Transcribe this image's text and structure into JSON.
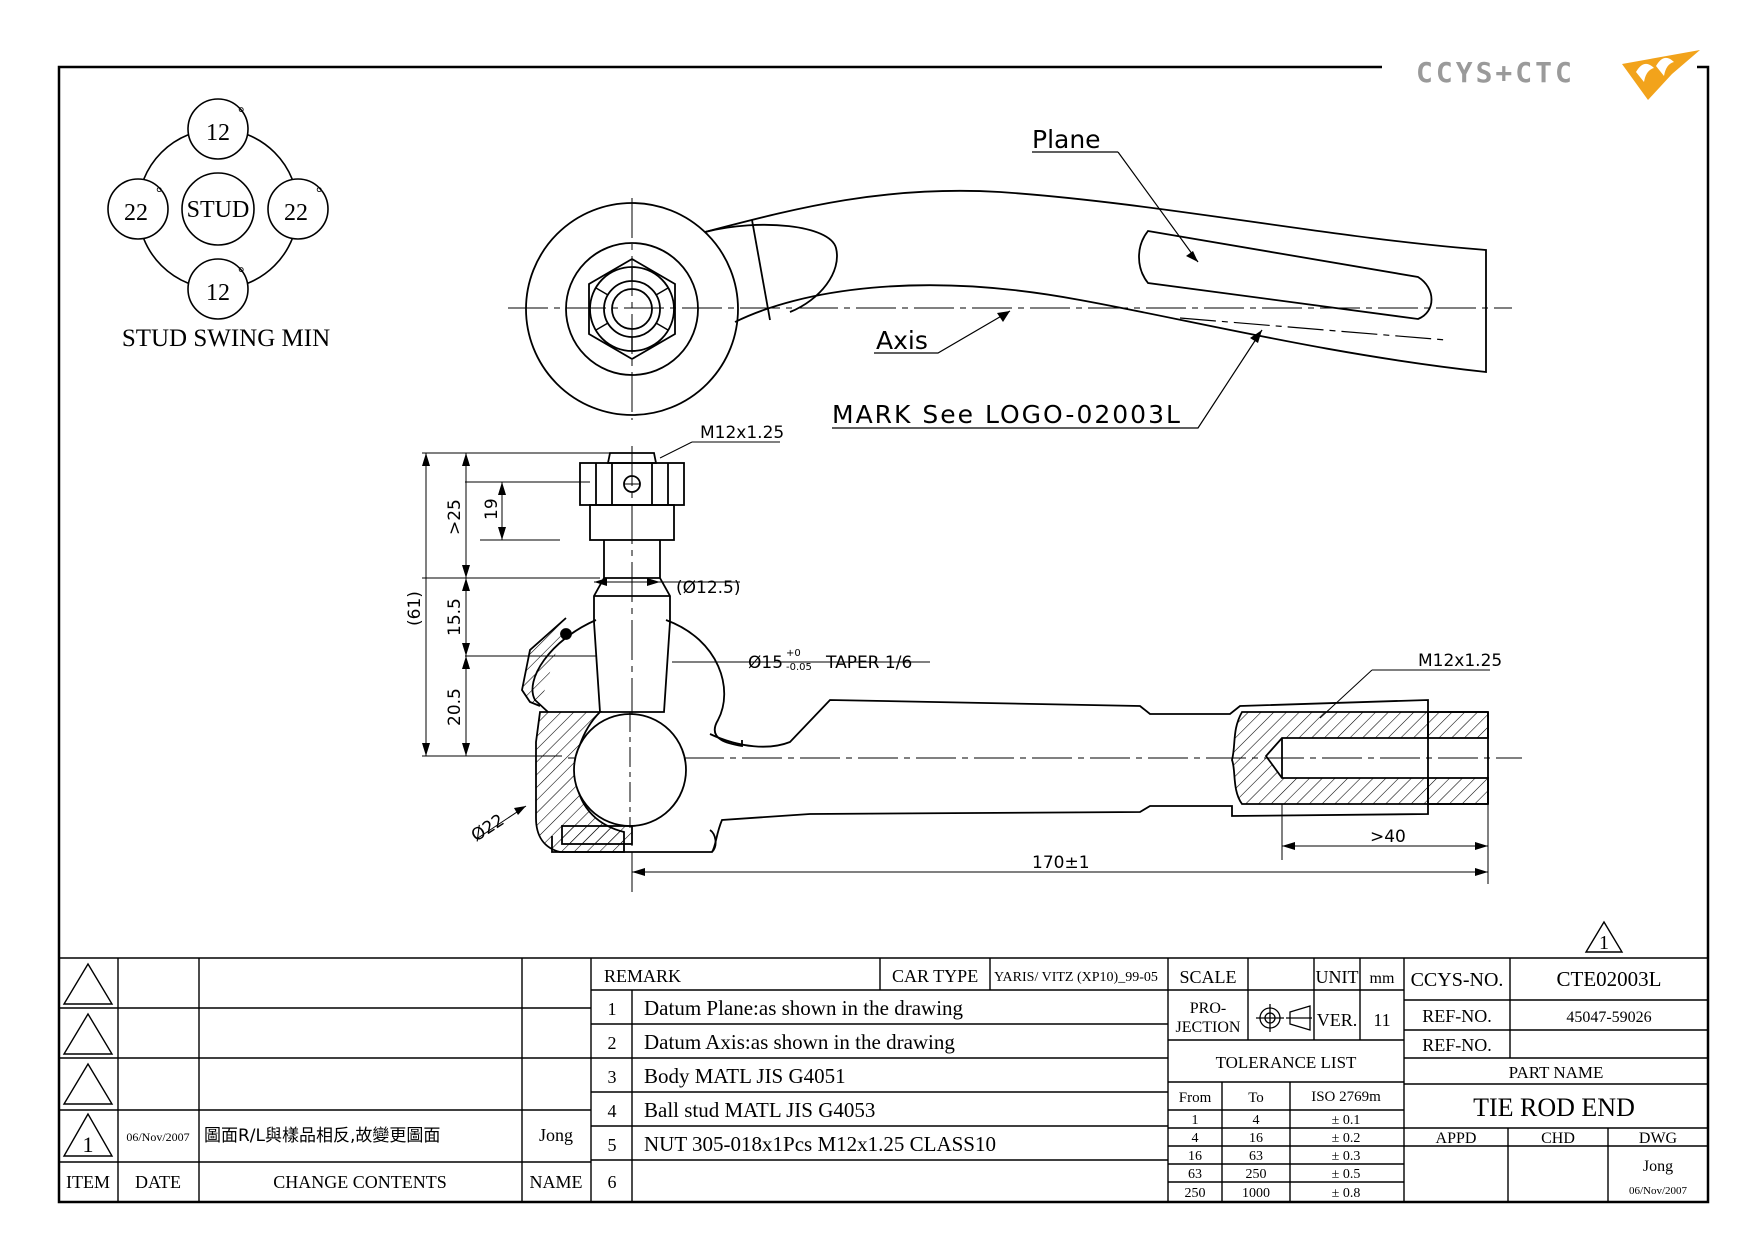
{
  "logo": {
    "text": "CCYS+CTC",
    "accent": "#f2a31b"
  },
  "swing": {
    "title": "STUD SWING MIN",
    "center": "STUD",
    "top": "12",
    "bottom": "12",
    "left": "22",
    "right": "22",
    "degree": "°"
  },
  "top_view": {
    "plane_label": "Plane",
    "axis_label": "Axis",
    "mark_label": "MARK See LOGO-02003L"
  },
  "side_view": {
    "thread_top": "M12x1.25",
    "dim_gt25": ">25",
    "dim_19": "19",
    "dim_61": "(61)",
    "dim_155": "15.5",
    "dim_205": "20.5",
    "dia_125": "(Ø12.5)",
    "taper": "Ø15",
    "taper_tol_plus": "+0",
    "taper_tol_minus": "-0.05",
    "taper_text": "TAPER 1/6",
    "thread_end": "M12x1.25",
    "dia_22": "Ø22",
    "dim_gt40": ">40",
    "dim_170": "170±1"
  },
  "revision_marker": "1",
  "title_block": {
    "change_log": {
      "headers": {
        "item": "ITEM",
        "date": "DATE",
        "contents": "CHANGE CONTENTS",
        "name": "NAME"
      },
      "entry": {
        "item": "1",
        "date": "06/Nov/2007",
        "contents": "圖面R/L與樣品相反,故變更圖面",
        "name": "Jong"
      }
    },
    "remark_title": "REMARK",
    "car_type_label": "CAR TYPE",
    "car_type_value": "YARIS/ VITZ (XP10)_99-05",
    "remarks": [
      {
        "no": "1",
        "text": "Datum Plane:as shown in the drawing"
      },
      {
        "no": "2",
        "text": "Datum Axis:as shown in the drawing"
      },
      {
        "no": "3",
        "text": "Body MATL JIS G4051"
      },
      {
        "no": "4",
        "text": "Ball stud MATL JIS G4053"
      },
      {
        "no": "5",
        "text": "NUT  305-018x1Pcs M12x1.25 CLASS10"
      },
      {
        "no": "6",
        "text": ""
      }
    ],
    "scale_label": "SCALE",
    "unit_label": "UNIT",
    "unit_value": "mm",
    "projection_label": "PRO-",
    "projection_label2": "JECTION",
    "ver_label": "VER.",
    "ver_value": "11",
    "tolerance": {
      "title": "TOLERANCE LIST",
      "headers": {
        "from": "From",
        "to": "To",
        "iso": "ISO 2769m"
      },
      "rows": [
        {
          "from": "1",
          "to": "4",
          "tol": "± 0.1"
        },
        {
          "from": "4",
          "to": "16",
          "tol": "± 0.2"
        },
        {
          "from": "16",
          "to": "63",
          "tol": "± 0.3"
        },
        {
          "from": "63",
          "to": "250",
          "tol": "± 0.5"
        },
        {
          "from": "250",
          "to": "1000",
          "tol": "± 0.8"
        }
      ]
    },
    "ccys_no_label": "CCYS-NO.",
    "ccys_no_value": "CTE02003L",
    "ref_no_label": "REF-NO.",
    "ref_no_value": "45047-59026",
    "ref_no_label2": "REF-NO.",
    "ref_no_value2": "",
    "part_name_label": "PART NAME",
    "part_name_value": "TIE ROD END",
    "appd_label": "APPD",
    "chd_label": "CHD",
    "dwg_label": "DWG",
    "dwg_name": "Jong",
    "dwg_date": "06/Nov/2007"
  }
}
